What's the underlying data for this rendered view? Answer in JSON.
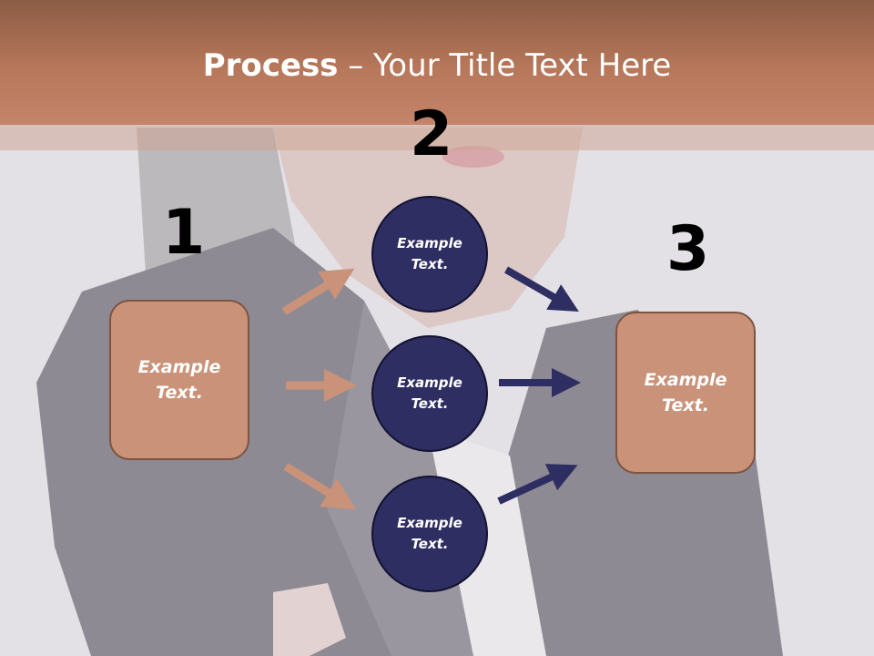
{
  "slide": {
    "title_bold": "Process",
    "title_rest": " – Your Title Text Here"
  },
  "steps": {
    "one": "1",
    "two": "2",
    "three": "3"
  },
  "left_box": {
    "label": "Example\nText."
  },
  "right_box": {
    "label": "Example\nText."
  },
  "circles": [
    {
      "label": "Example\nText."
    },
    {
      "label": "Example\nText."
    },
    {
      "label": "Example\nText."
    }
  ],
  "colors": {
    "header": "#b7775a",
    "box_fill": "#c99279",
    "circle_fill": "#2f2e63",
    "arrow_light": "#c99279",
    "arrow_dark": "#2f2e63"
  }
}
